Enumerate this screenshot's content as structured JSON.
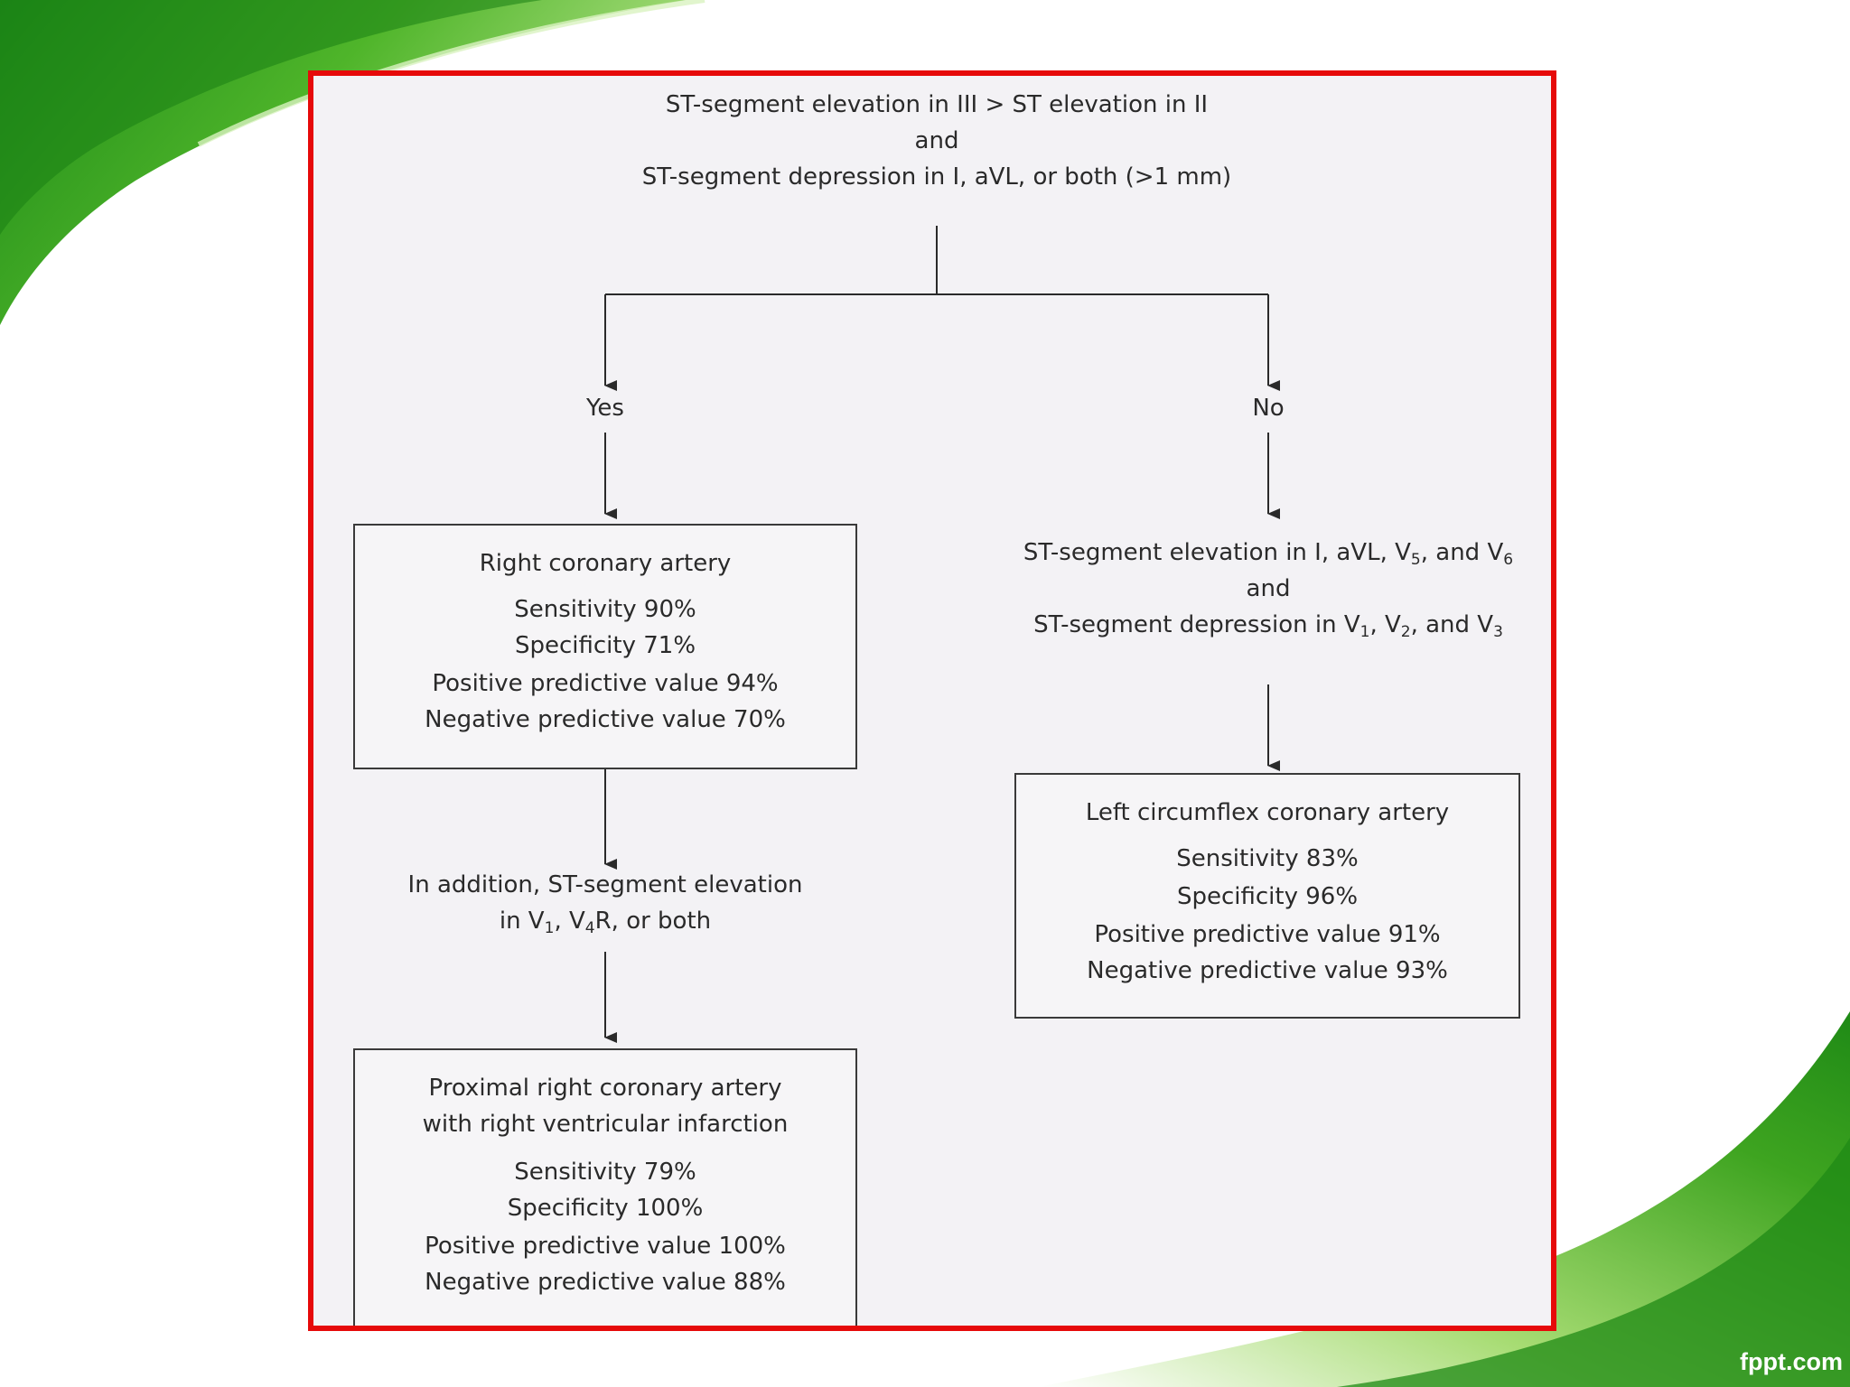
{
  "top_condition": {
    "line1": "ST-segment elevation in III > ST elevation in II",
    "line2": "and",
    "line3": "ST-segment depression in I, aVL, or both (>1 mm)"
  },
  "yes_label": "Yes",
  "no_label": "No",
  "rca_box": {
    "title": "Right coronary artery",
    "sensitivity": "Sensitivity 90%",
    "specificity": "Specificity 71%",
    "ppv": "Positive predictive value 94%",
    "npv": "Negative predictive value 70%"
  },
  "addition_condition": {
    "line1": "In addition, ST-segment elevation",
    "line2_prefix": "in V",
    "line2_sub1": "1",
    "line2_mid": ", V",
    "line2_sub2": "4",
    "line2_suffix": "R, or both"
  },
  "proximal_box": {
    "title1": "Proximal right coronary artery",
    "title2": "with right ventricular infarction",
    "sensitivity": "Sensitivity 79%",
    "specificity": "Specificity 100%",
    "ppv": "Positive predictive value 100%",
    "npv": "Negative predictive value 88%"
  },
  "no_condition": {
    "line1_prefix": "ST-segment elevation in I, aVL, V",
    "line1_sub1": "5",
    "line1_mid": ", and V",
    "line1_sub2": "6",
    "line2": "and",
    "line3_prefix": "ST-segment depression in V",
    "line3_sub1": "1",
    "line3_mid1": ", V",
    "line3_sub2": "2",
    "line3_mid2": ", and V",
    "line3_sub3": "3"
  },
  "lcx_box": {
    "title": "Left circumflex coronary artery",
    "sensitivity": "Sensitivity 83%",
    "specificity": "Specificity 96%",
    "ppv": "Positive predictive value 91%",
    "npv": "Negative predictive value 93%"
  },
  "brand": "fppt.com",
  "colors": {
    "frame": "#e60a0a",
    "panel": "#f3f2f5",
    "green_dark": "#1e8a16",
    "green_light": "#7fd13b"
  }
}
